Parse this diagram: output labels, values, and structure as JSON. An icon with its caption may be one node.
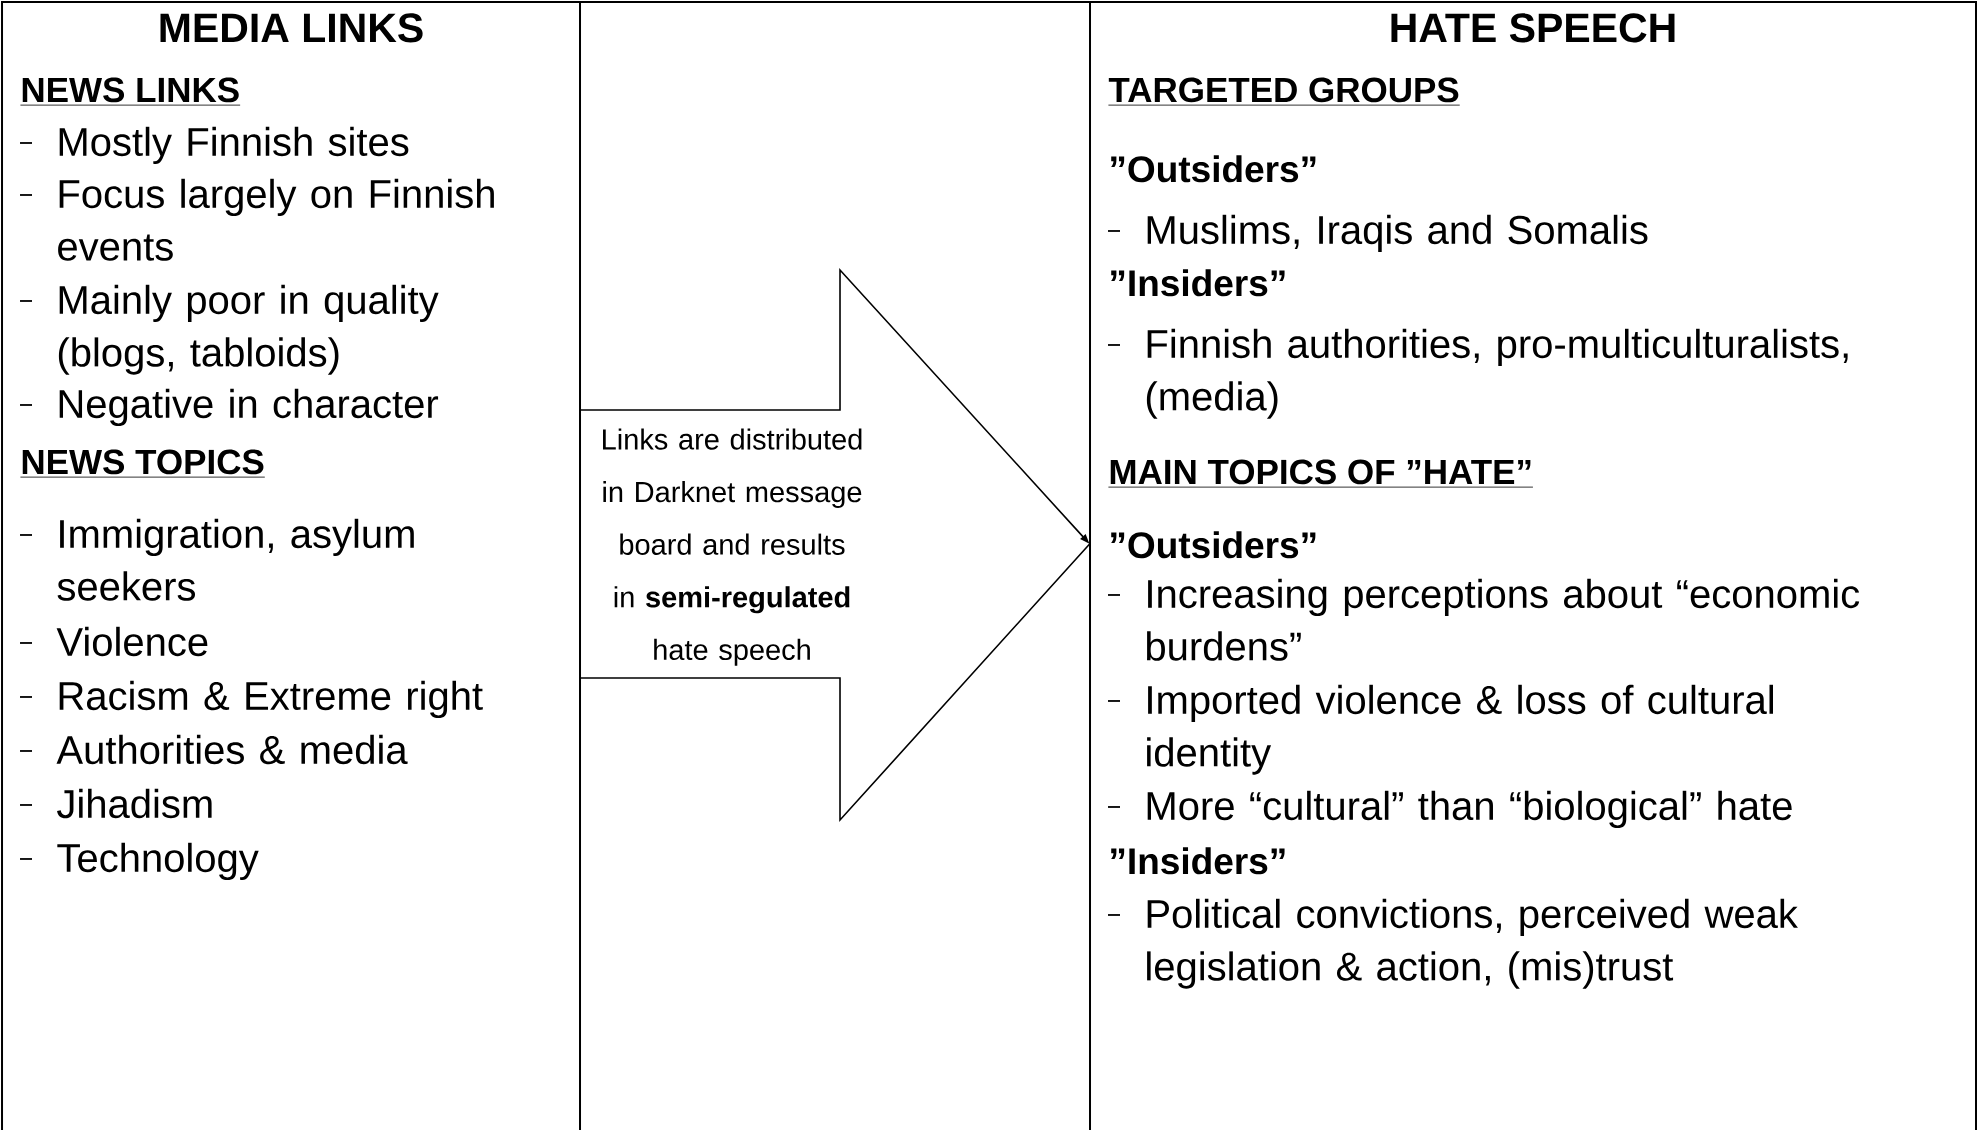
{
  "diagram": {
    "nodes": [
      {
        "text": [
          "MEDIA LINKS",
          "NEWS LINKS",
          "Mostly Finnish sites",
          "Focus largely on Finnish events",
          "Mainly poor in quality (blogs, tabloids)",
          "Negative in character",
          "NEWS TOPICS",
          "Immigration, asylum seekers",
          "Violence",
          "Racism & Extreme right",
          "Authorities & media",
          "Jihadism",
          "Technology"
        ]
      },
      {
        "text": [
          "HATE SPEECH",
          "TARGETED GROUPS",
          "”Outsiders”",
          "Muslims, Iraqis and Somalis",
          "”Insiders”",
          "Finnish authorities, pro-multiculturalists, (media)",
          "MAIN TOPICS OF ”HATE”",
          "”Outsiders”",
          "Increasing perceptions about “economic burdens”",
          "Imported violence & loss of cultural identity",
          "More “cultural” than “biological” hate",
          "”Insiders”",
          "Political convictions, perceived weak legislation & action, (mis)trust"
        ]
      }
    ],
    "edges": [
      {
        "from": 0,
        "to": 1,
        "arrow": "to",
        "label": "Links are distributed in Darknet message board and results in **semi-regulated** hate speech"
      }
    ]
  }
}
